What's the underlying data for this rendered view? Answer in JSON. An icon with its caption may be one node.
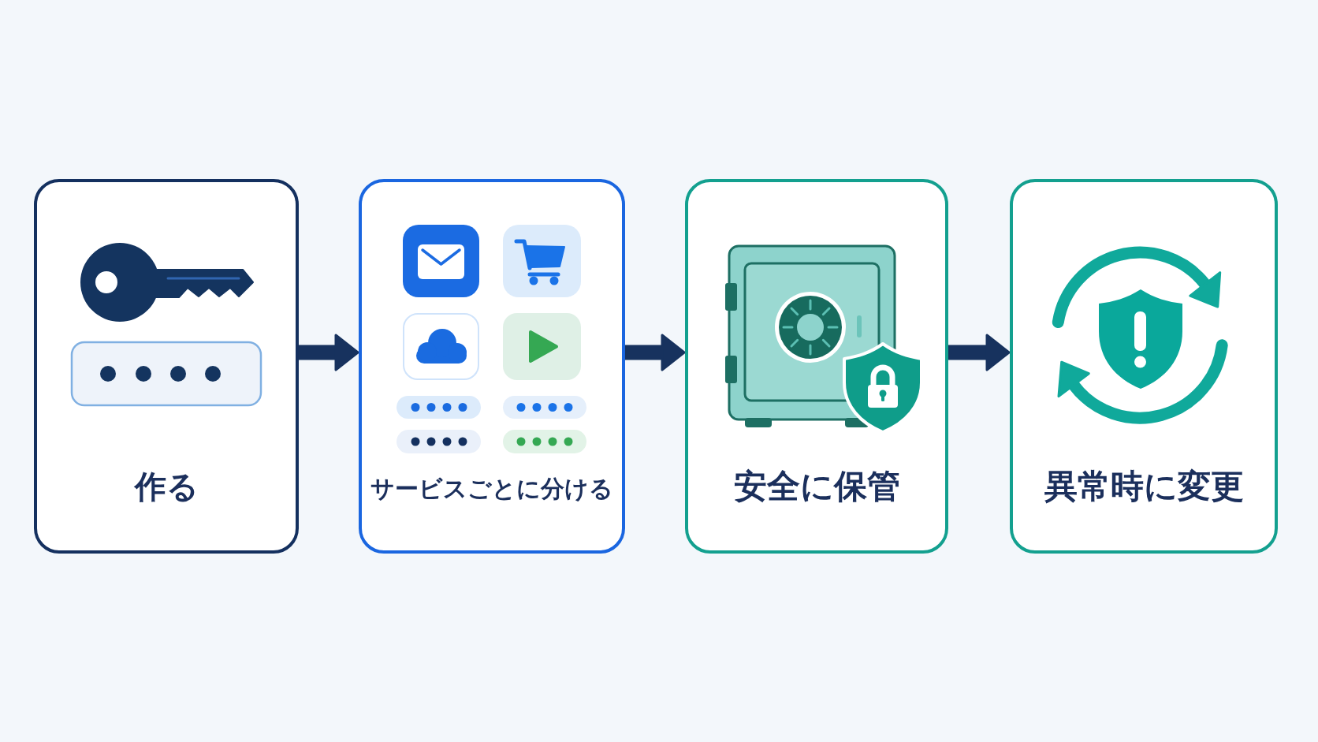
{
  "diagram": {
    "nodes": [
      {
        "text": [
          "作る"
        ]
      },
      {
        "text": [
          "サービスごとに分ける"
        ]
      },
      {
        "text": [
          "安全に保管"
        ]
      },
      {
        "text": [
          "異常時に変更"
        ]
      }
    ],
    "edges": [
      {
        "from": 0,
        "to": 1,
        "arrow": "to"
      },
      {
        "from": 1,
        "to": 2,
        "arrow": "to"
      },
      {
        "from": 2,
        "to": 3,
        "arrow": "to"
      }
    ]
  }
}
